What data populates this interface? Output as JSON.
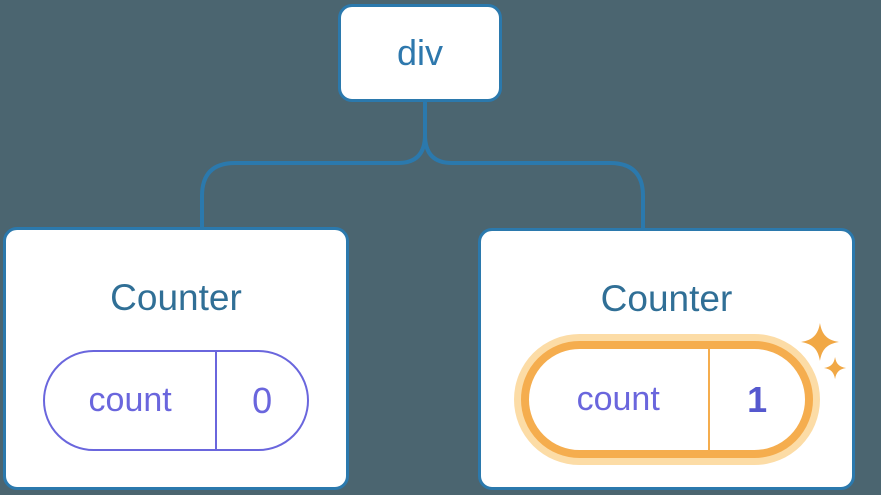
{
  "colors": {
    "background": "#4b6570",
    "line_blue": "#2b79ad",
    "node_fill": "#ffffff",
    "root_label_blue": "#2e78ad",
    "title_blue": "#306f96",
    "state_purple": "#6a66dd",
    "pill_border_purple": "#6a66dd",
    "value_bold_purple": "#5558ce",
    "highlight_orange": "#f5ad4e",
    "highlight_halo": "#fcdca6",
    "sparkle_orange": "#f1a845"
  },
  "tree": {
    "root": {
      "label": "div"
    },
    "children": [
      {
        "title": "Counter",
        "state": {
          "key": "count",
          "value": "0"
        },
        "highlighted": false
      },
      {
        "title": "Counter",
        "state": {
          "key": "count",
          "value": "1"
        },
        "highlighted": true
      }
    ]
  }
}
